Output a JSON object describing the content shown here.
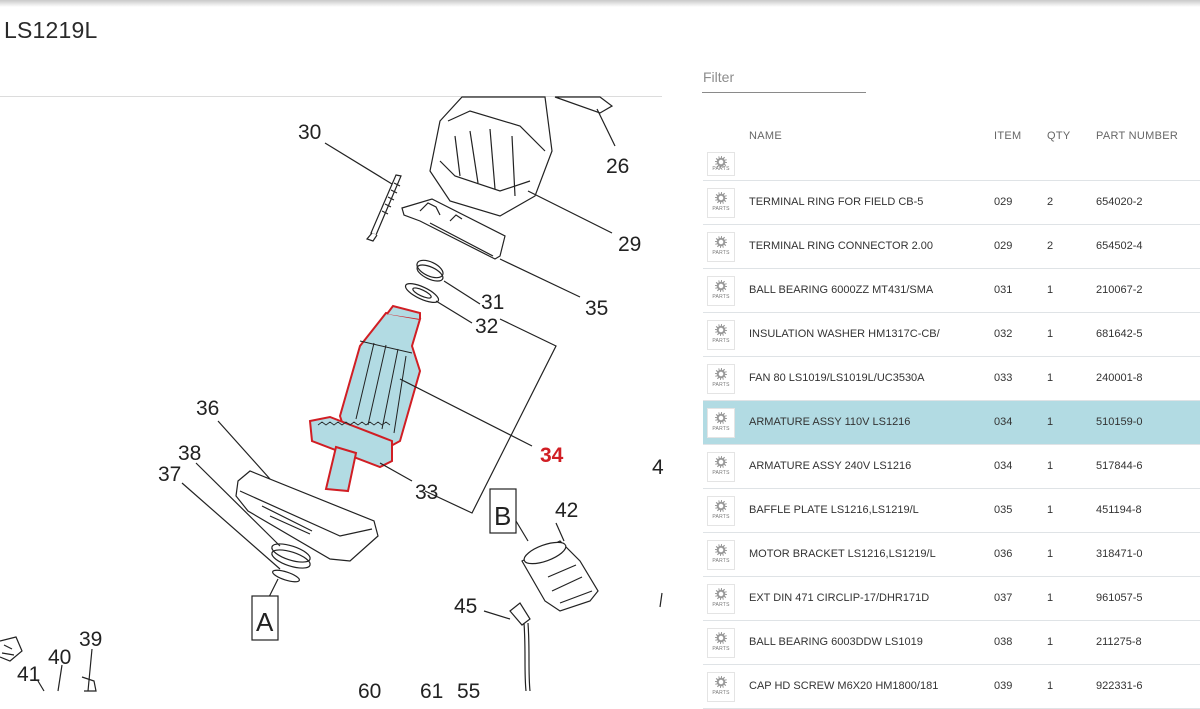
{
  "title": "LS1219L",
  "filter": {
    "placeholder": "Filter",
    "value": ""
  },
  "table": {
    "headers": {
      "name": "NAME",
      "item": "ITEM",
      "qty": "QTY",
      "part_number": "PART NUMBER"
    },
    "thumb_label": "PARTS",
    "rows": [
      {
        "name": "TERMINAL RING FOR FIELD CB-5",
        "item": "029",
        "qty": "2",
        "part_number": "654020-2",
        "selected": false
      },
      {
        "name": "TERMINAL RING CONNECTOR 2.00",
        "item": "029",
        "qty": "2",
        "part_number": "654502-4",
        "selected": false
      },
      {
        "name": "BALL BEARING 6000ZZ MT431/SMA",
        "item": "031",
        "qty": "1",
        "part_number": "210067-2",
        "selected": false
      },
      {
        "name": "INSULATION WASHER HM1317C-CB/",
        "item": "032",
        "qty": "1",
        "part_number": "681642-5",
        "selected": false
      },
      {
        "name": "FAN 80 LS1019/LS1019L/UC3530A",
        "item": "033",
        "qty": "1",
        "part_number": "240001-8",
        "selected": false
      },
      {
        "name": "ARMATURE ASSY 110V LS1216",
        "item": "034",
        "qty": "1",
        "part_number": "510159-0",
        "selected": true
      },
      {
        "name": "ARMATURE ASSY 240V LS1216",
        "item": "034",
        "qty": "1",
        "part_number": "517844-6",
        "selected": false
      },
      {
        "name": "BAFFLE PLATE LS1216,LS1219/L",
        "item": "035",
        "qty": "1",
        "part_number": "451194-8",
        "selected": false
      },
      {
        "name": "MOTOR BRACKET LS1216,LS1219/L",
        "item": "036",
        "qty": "1",
        "part_number": "318471-0",
        "selected": false
      },
      {
        "name": "EXT DIN 471 CIRCLIP-17/DHR171D",
        "item": "037",
        "qty": "1",
        "part_number": "961057-5",
        "selected": false
      },
      {
        "name": "BALL BEARING 6003DDW LS1019",
        "item": "038",
        "qty": "1",
        "part_number": "211275-8",
        "selected": false
      },
      {
        "name": "CAP HD SCREW M6X20 HM1800/181",
        "item": "039",
        "qty": "1",
        "part_number": "922331-6",
        "selected": false
      }
    ]
  },
  "diagram": {
    "callouts": [
      "30",
      "26",
      "29",
      "35",
      "31",
      "32",
      "34",
      "36",
      "38",
      "37",
      "33",
      "42",
      "45",
      "39",
      "40",
      "41",
      "60",
      "61",
      "55",
      "4"
    ],
    "highlighted_callout": "34",
    "box_letters": [
      "A",
      "B"
    ],
    "highlight_color": "#d11e24",
    "highlight_fill": "#b2dbe3"
  },
  "colors": {
    "selected_row": "#b2dbe3",
    "row_divider": "#dfe3e6"
  }
}
